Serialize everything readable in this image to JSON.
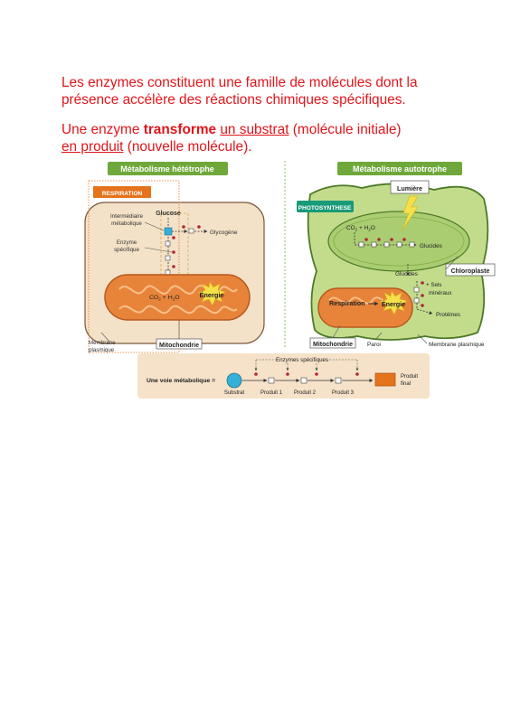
{
  "intro": {
    "line1": "Les enzymes constituent une famille de molécules dont la",
    "line2": "présence accélère des réactions chimiques spécifiques.",
    "p2_a": "Une enzyme ",
    "p2_bold": "transforme",
    "p2_space": " ",
    "p2_u1": "un substrat",
    "p2_b": " (molécule initiale)",
    "p2_u2": "en produit",
    "p2_c": " (nouvelle molécule)."
  },
  "hetero": {
    "title": "Métabolisme hététrophe",
    "respiration_tag": "RESPIRATION",
    "glucose": "Glucose",
    "intermediaire_1": "Intermédiaire",
    "intermediaire_2": "métabolique",
    "enzyme_1": "Enzyme",
    "enzyme_2": "spécifique",
    "glycogene": "Glycogène",
    "co2": "CO",
    "co2_sub": "2",
    "plus": "+",
    "h2o": "H",
    "h2o_sub": "2",
    "h2o_o": "O",
    "energie": "Énergie",
    "membrane_1": "Membrane",
    "membrane_2": "plasmique",
    "mitochondrie": "Mitochondrie"
  },
  "auto": {
    "title": "Métabolisme autotrophe",
    "lumiere": "Lumière",
    "photosynthese_tag": "PHOTOSYNTHESE",
    "glucides_1": "Glucides",
    "glucides_2": "Glucides",
    "chloroplaste": "Chloroplaste",
    "sels_1": "+ Sels",
    "sels_2": "minéraux",
    "respiration": "Respiration",
    "energie": "Énergie",
    "proteines": "Protéines",
    "mitochondrie": "Mitochondrie",
    "paroi": "Paroi",
    "membrane": "Membrane plasmique"
  },
  "voie": {
    "label": "Une voie métabolique =",
    "enzymes": "Enzymes spécifiques",
    "substrat": "Substrat",
    "produit1": "Produit 1",
    "produit2": "Produit 2",
    "produit3": "Produit 3",
    "final_1": "Produit",
    "final_2": "final"
  },
  "colors": {
    "text_red": "#e0151b",
    "title_green": "#6fa83a",
    "tag_orange": "#e5731c",
    "tag_teal": "#199a78",
    "cell_beige": "#f4e2c8",
    "mito_orange": "#e8843a",
    "plant_green": "#c3dc8c",
    "chloro_green": "#aacd71",
    "energy_yellow": "#f5e04a",
    "substrate_blue": "#35b0d8",
    "enzyme_red": "#b0243a"
  }
}
